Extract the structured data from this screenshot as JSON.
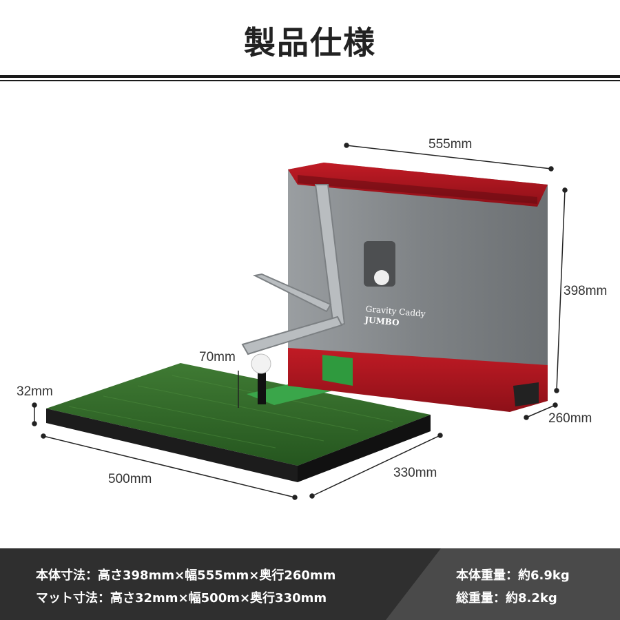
{
  "header": {
    "title": "製品仕様"
  },
  "product": {
    "brand_line1": "Gravity Caddy",
    "brand_line2": "JUMBO"
  },
  "dimensions": {
    "width": "555mm",
    "height": "398mm",
    "depth": "260mm",
    "tee_height": "70mm",
    "mat_thickness": "32mm",
    "mat_width": "500mm",
    "mat_depth": "330mm"
  },
  "specs": {
    "body_size": "本体寸法：高さ398mm×幅555mm×奥行260mm",
    "mat_size": "マット寸法：高さ32mm×幅500m×奥行330mm",
    "body_weight": "本体重量：約6.9kg",
    "total_weight": "総重量：約8.2kg"
  },
  "colors": {
    "accent_red": "#a8151f",
    "body_gray": "#7d8184",
    "turf_green": "#2f6b2a",
    "bar_dark": "#2f2f2f"
  }
}
